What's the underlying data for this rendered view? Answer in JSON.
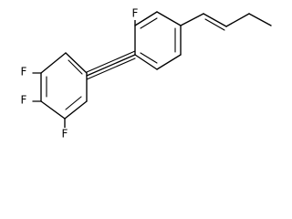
{
  "molecule": {
    "labels": {
      "f_top": "F",
      "f_upper_left": "F",
      "f_mid_left": "F",
      "f_bottom_left": "F"
    }
  }
}
